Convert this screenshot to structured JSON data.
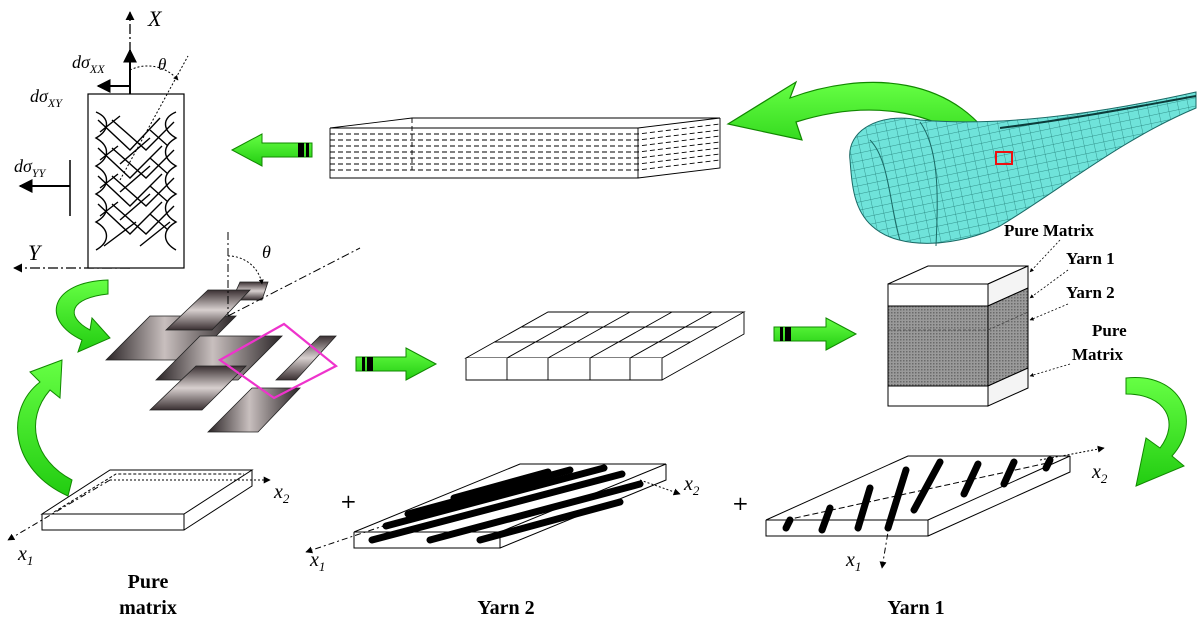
{
  "diagram": {
    "labels": {
      "axis_x_big": "X",
      "axis_y_big": "Y",
      "theta_top": "θ",
      "theta_mid": "θ",
      "sigma_xx": "dσ",
      "sigma_xx_sub": "XX",
      "sigma_xy": "dσ",
      "sigma_xy_sub": "XY",
      "sigma_yy": "dσ",
      "sigma_yy_sub": "YY",
      "rve_pure_matrix_top": "Pure Matrix",
      "rve_yarn1": "Yarn 1",
      "rve_yarn2": "Yarn 2",
      "rve_pure_bottom_line1": "Pure",
      "rve_pure_bottom_line2": "Matrix",
      "plus1": "+",
      "plus2": "+",
      "x1": "x",
      "x1_sub": "1",
      "x2": "x",
      "x2_sub": "2",
      "bottom_pure_line1": "Pure",
      "bottom_pure_line2": "matrix",
      "bottom_yarn2": "Yarn 2",
      "bottom_yarn1": "Yarn 1"
    },
    "colors": {
      "arrow_green": "#33dd22",
      "arrow_green_dark": "#118800",
      "selection_magenta": "#ee33cc",
      "selection_red": "#ee1111",
      "mesh_cyan": "#66e0d8",
      "mesh_line": "#1a6a66",
      "rve_gray": "#888888"
    },
    "icons": [
      "green-curved-arrow",
      "green-block-arrow",
      "woven-fabric-image",
      "wing-mesh-image"
    ]
  }
}
